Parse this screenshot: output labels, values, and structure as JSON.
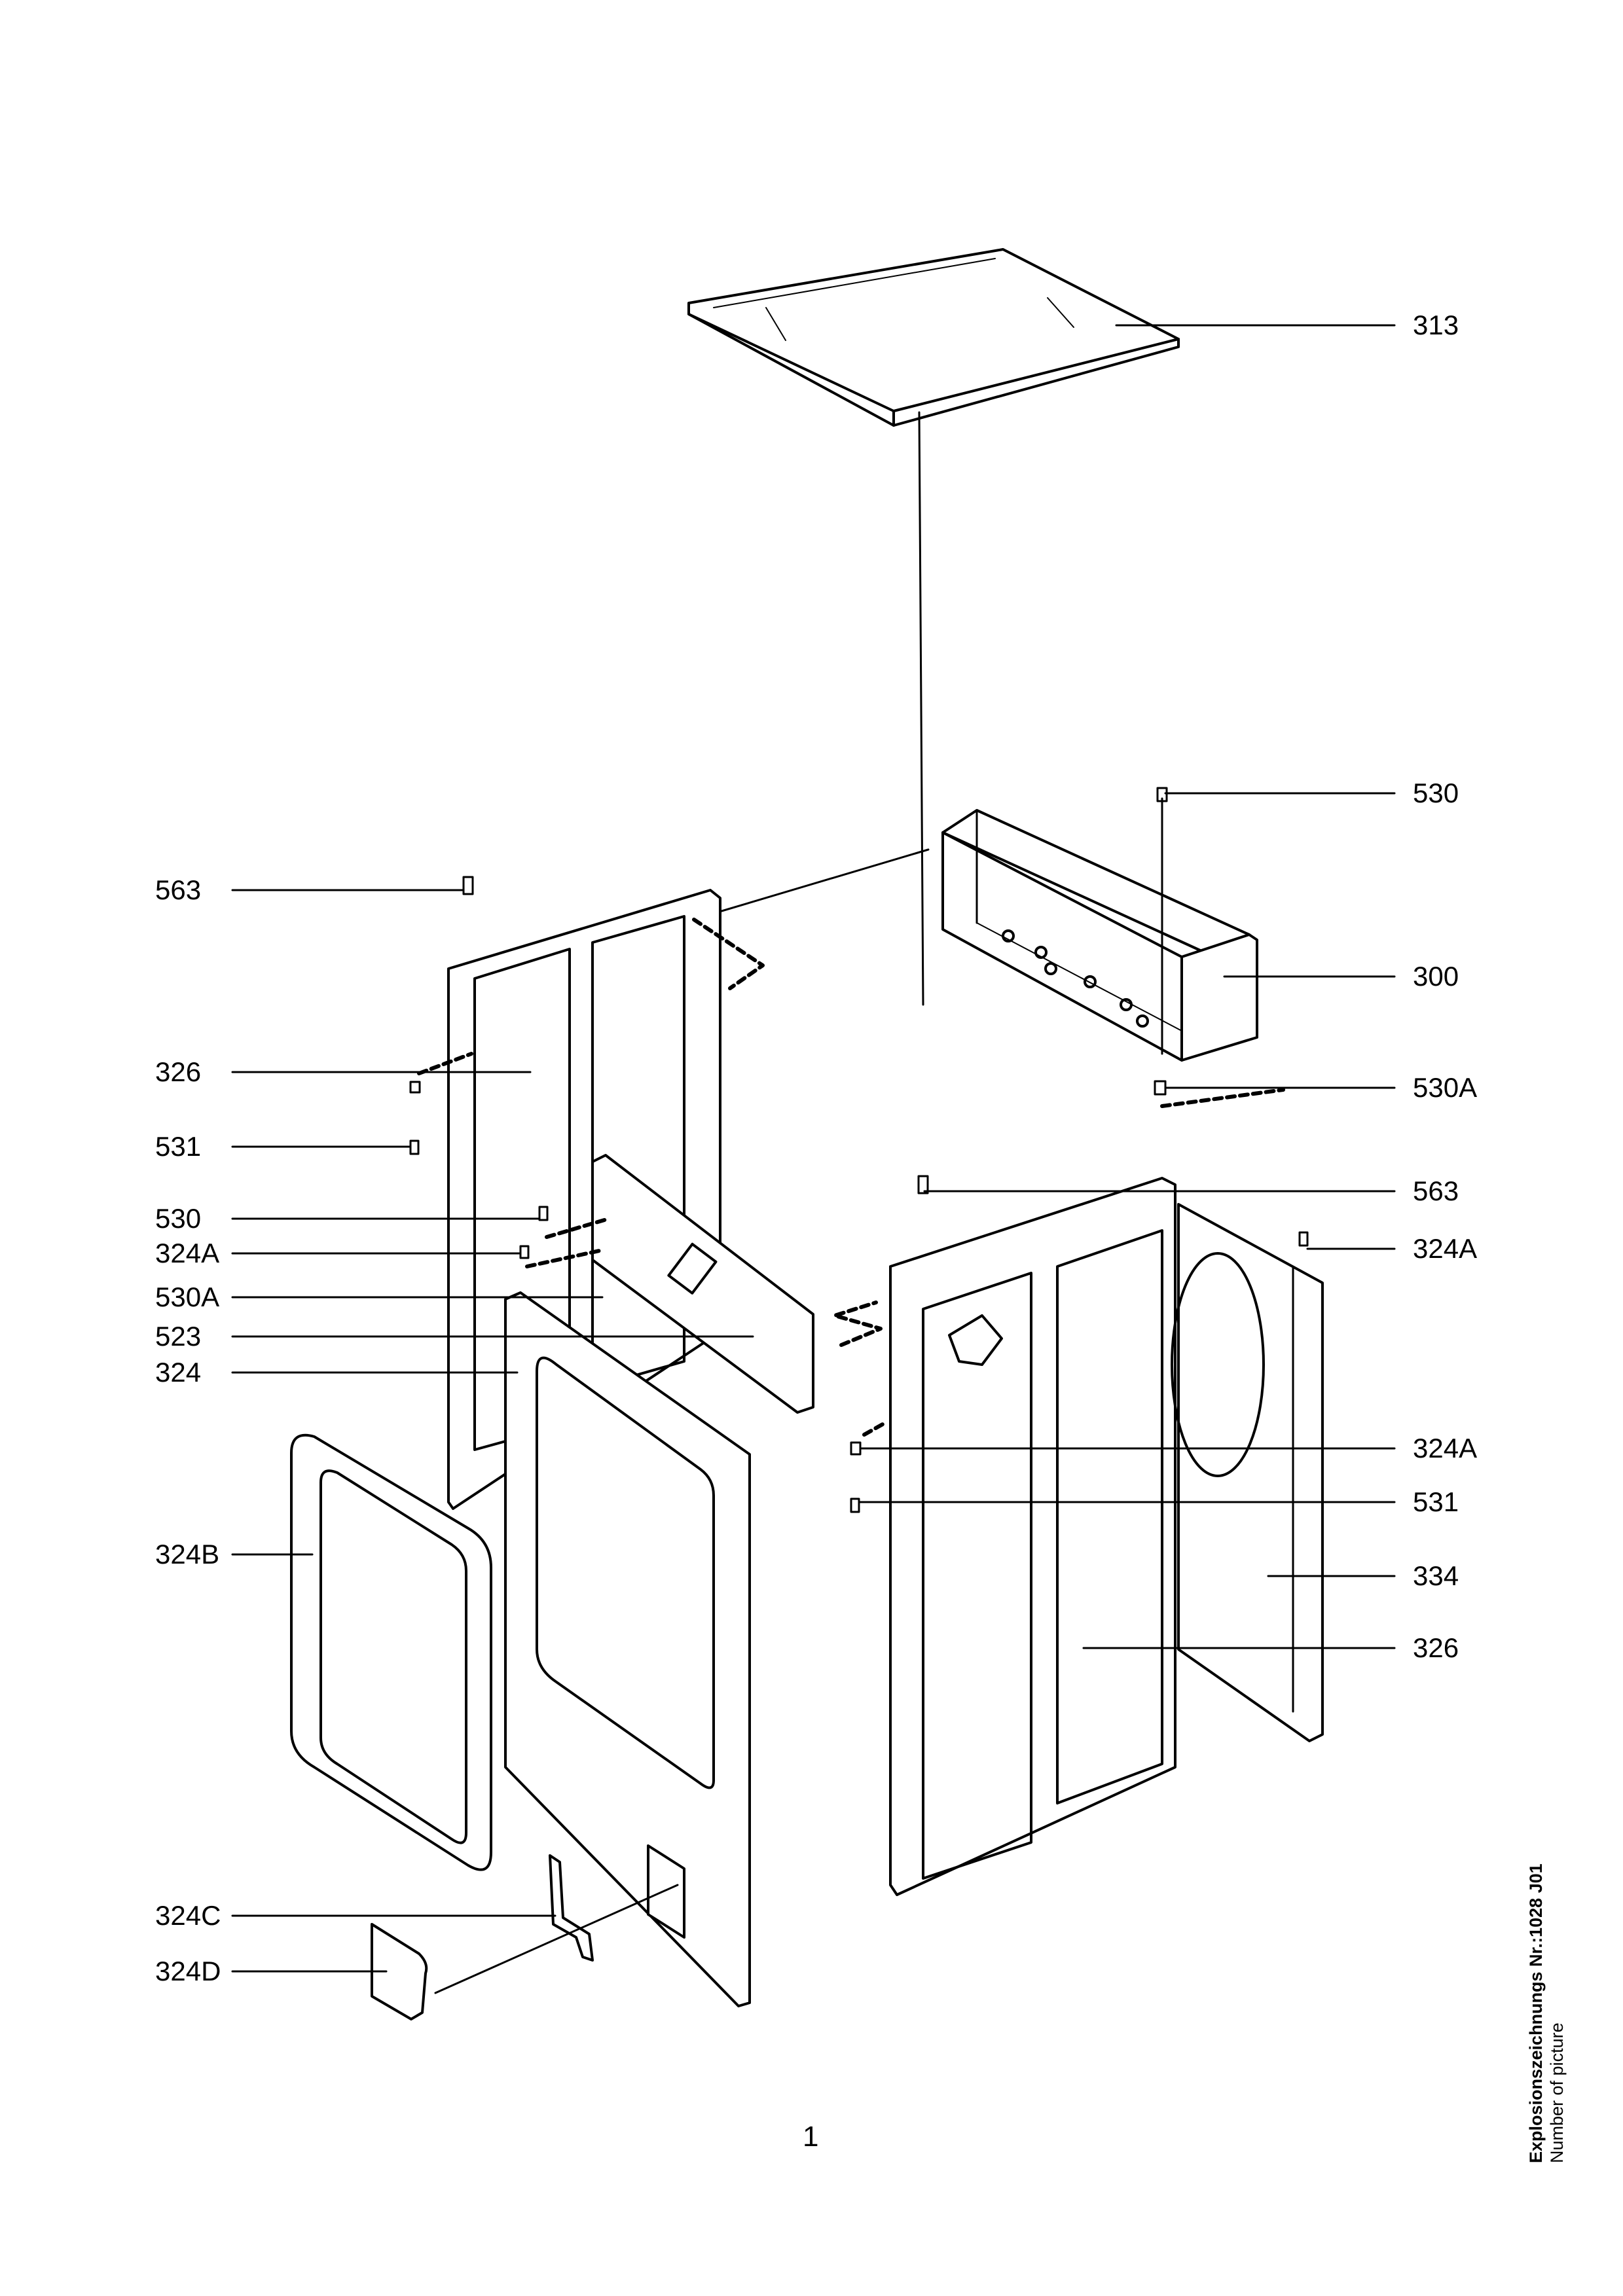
{
  "callouts": {
    "c313": "313",
    "c530_top": "530",
    "c300": "300",
    "c530a_right": "530A",
    "c563_right": "563",
    "c324a_right_top": "324A",
    "c324a_right_mid": "324A",
    "c531_right": "531",
    "c334": "334",
    "c326_right": "326",
    "c563_left": "563",
    "c326_left": "326",
    "c531_left": "531",
    "c530_left": "530",
    "c324a_left": "324A",
    "c530a_left": "530A",
    "c523": "523",
    "c324": "324",
    "c324b": "324B",
    "c324c": "324C",
    "c324d": "324D"
  },
  "page_number": "1",
  "side_caption": {
    "line1": "Explosionszeichnungs Nr.:1028 J01",
    "line2": "Number of picture"
  }
}
